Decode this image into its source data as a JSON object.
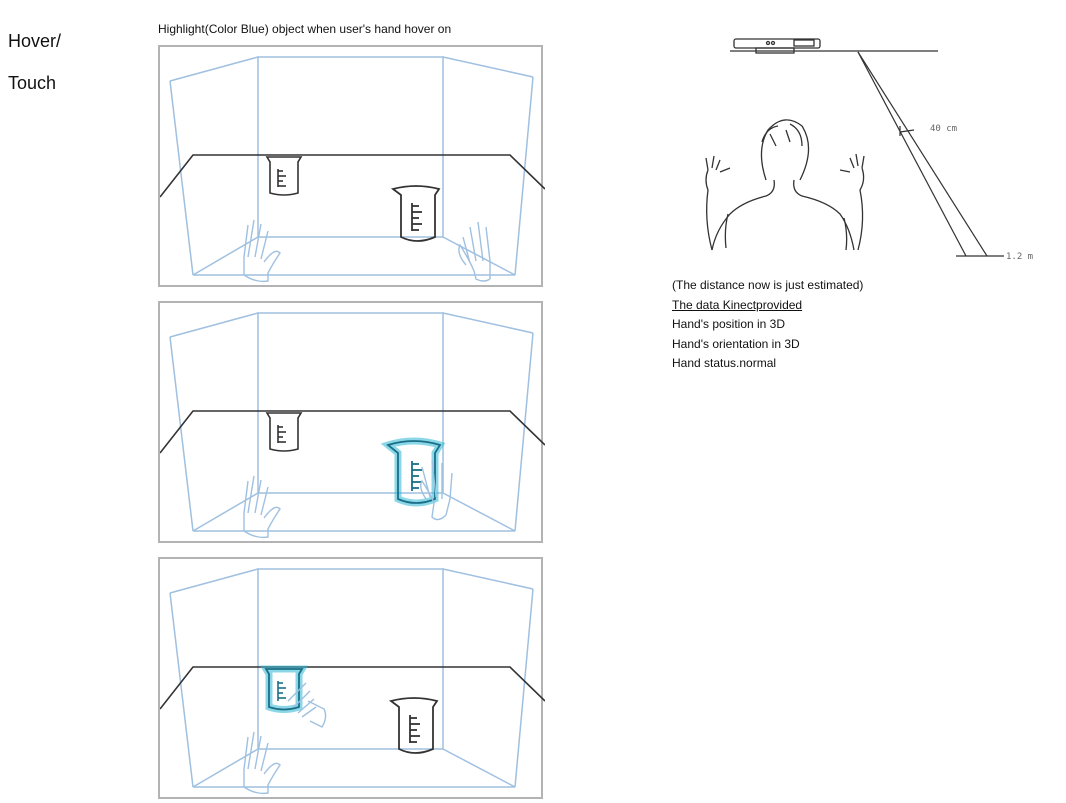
{
  "left_label": {
    "line1": "Hover/",
    "line2": "Touch"
  },
  "storyboard": {
    "caption": "Highlight(Color Blue) object when user's hand hover on",
    "panels": [
      {
        "state": "idle"
      },
      {
        "state": "hover-right-beaker"
      },
      {
        "state": "hover-left-beaker"
      }
    ]
  },
  "setup_sketch": {
    "distance_near": "40 cm",
    "distance_far": "1.2 m"
  },
  "notes": {
    "estimate": "(The distance now is just estimated)",
    "heading": "The data Kinectprovided",
    "item1": "Hand's position in 3D",
    "item2": "Hand's orientation in 3D",
    "item3": "Hand status.normal"
  },
  "colors": {
    "box_lines": "#9fc0e0",
    "highlight": "#2bb6d6",
    "sketch": "#333333",
    "panel_border": "#b3b3b3"
  }
}
